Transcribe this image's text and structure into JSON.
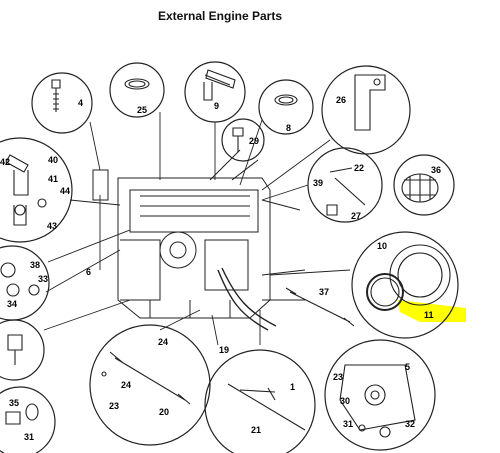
{
  "page": {
    "title": "External Engine Parts"
  },
  "diagram": {
    "highlight_color": "#ffff00",
    "callouts": [
      {
        "id": "c4",
        "label": "4"
      },
      {
        "id": "c25",
        "label": "25"
      },
      {
        "id": "c9",
        "label": "9"
      },
      {
        "id": "c8",
        "label": "8"
      },
      {
        "id": "c26",
        "label": "26"
      },
      {
        "id": "c29",
        "label": "29"
      },
      {
        "id": "c42",
        "label": "42"
      },
      {
        "id": "c40",
        "label": "40"
      },
      {
        "id": "c41",
        "label": "41"
      },
      {
        "id": "c44",
        "label": "44"
      },
      {
        "id": "c43",
        "label": "43"
      },
      {
        "id": "c22",
        "label": "22"
      },
      {
        "id": "c39",
        "label": "39"
      },
      {
        "id": "c27",
        "label": "27"
      },
      {
        "id": "c36",
        "label": "36"
      },
      {
        "id": "c6",
        "label": "6"
      },
      {
        "id": "c38",
        "label": "38"
      },
      {
        "id": "c33",
        "label": "33"
      },
      {
        "id": "c34",
        "label": "34"
      },
      {
        "id": "c10",
        "label": "10"
      },
      {
        "id": "c11",
        "label": "11"
      },
      {
        "id": "c37",
        "label": "37"
      },
      {
        "id": "c19",
        "label": "19"
      },
      {
        "id": "c24a",
        "label": "24"
      },
      {
        "id": "c24b",
        "label": "24"
      },
      {
        "id": "c23a",
        "label": "23"
      },
      {
        "id": "c20",
        "label": "20"
      },
      {
        "id": "c1",
        "label": "1"
      },
      {
        "id": "c21",
        "label": "21"
      },
      {
        "id": "c5",
        "label": "5"
      },
      {
        "id": "c23b",
        "label": "23"
      },
      {
        "id": "c30",
        "label": "30"
      },
      {
        "id": "c31a",
        "label": "31"
      },
      {
        "id": "c32",
        "label": "32"
      },
      {
        "id": "c35",
        "label": "35"
      },
      {
        "id": "c31b",
        "label": "31"
      }
    ]
  }
}
